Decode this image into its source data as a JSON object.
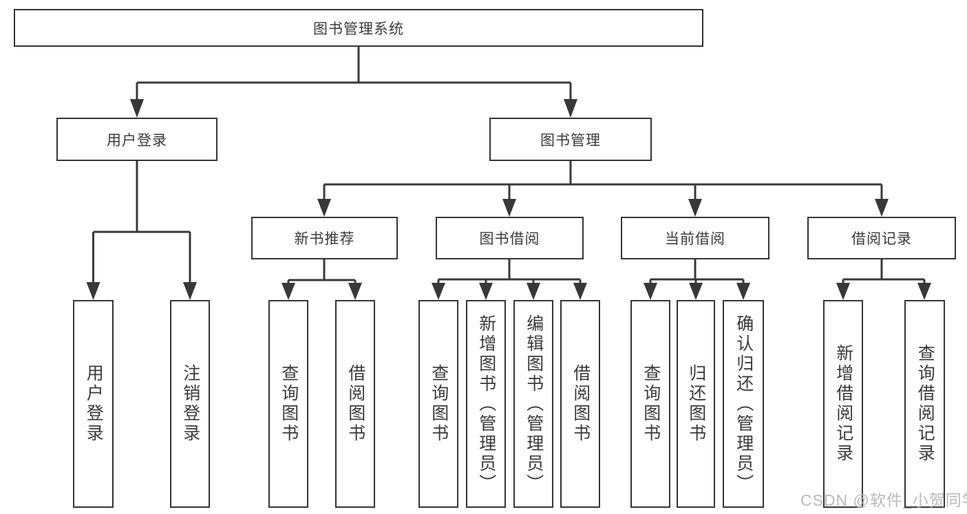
{
  "diagram": {
    "root": {
      "label": "图书管理系统"
    },
    "branches": [
      {
        "label": "用户登录",
        "leaves": [
          {
            "label": "用户登录"
          },
          {
            "label": "注销登录"
          }
        ]
      },
      {
        "label": "图书管理",
        "groups": [
          {
            "label": "新书推荐",
            "leaves": [
              {
                "label": "查询图书"
              },
              {
                "label": "借阅图书"
              }
            ]
          },
          {
            "label": "图书借阅",
            "leaves": [
              {
                "label": "查询图书"
              },
              {
                "label": "新增图书（管理员）"
              },
              {
                "label": "编辑图书（管理员）"
              },
              {
                "label": "借阅图书"
              }
            ]
          },
          {
            "label": "当前借阅",
            "leaves": [
              {
                "label": "查询图书"
              },
              {
                "label": "归还图书"
              },
              {
                "label": "确认归还（管理员）"
              }
            ]
          },
          {
            "label": "借阅记录",
            "leaves": [
              {
                "label": "新增借阅记录"
              },
              {
                "label": "查询借阅记录"
              }
            ]
          }
        ]
      }
    ]
  },
  "colors": {
    "ink": "#343434",
    "text": "#3a3a3a",
    "watermark": "#b9b9b9",
    "background": "#ffffff"
  },
  "watermark": {
    "text": "CSDN @软件_小贺同学"
  }
}
